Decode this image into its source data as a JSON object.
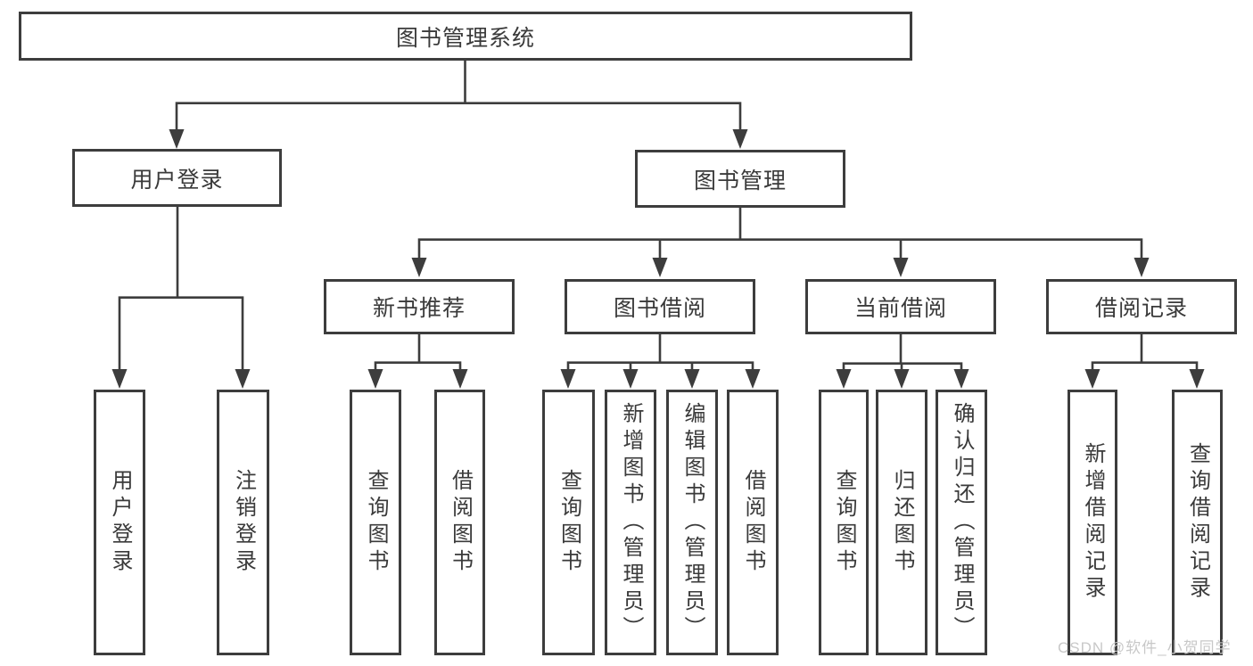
{
  "tree": {
    "root": {
      "label": "图书管理系统"
    },
    "children": [
      {
        "label": "用户登录",
        "children": [
          {
            "label": "用户登录"
          },
          {
            "label": "注销登录"
          }
        ]
      },
      {
        "label": "图书管理",
        "children": [
          {
            "label": "新书推荐",
            "children": [
              {
                "label": "查询图书"
              },
              {
                "label": "借阅图书"
              }
            ]
          },
          {
            "label": "图书借阅",
            "children": [
              {
                "label": "查询图书"
              },
              {
                "label": "新增图书（管理员）"
              },
              {
                "label": "编辑图书（管理员）"
              },
              {
                "label": "借阅图书"
              }
            ]
          },
          {
            "label": "当前借阅",
            "children": [
              {
                "label": "查询图书"
              },
              {
                "label": "归还图书"
              },
              {
                "label": "确认归还（管理员）"
              }
            ]
          },
          {
            "label": "借阅记录",
            "children": [
              {
                "label": "新增借阅记录"
              },
              {
                "label": "查询借阅记录"
              }
            ]
          }
        ]
      }
    ]
  },
  "watermark": {
    "text": "CSDN @软件_小贺同学"
  },
  "colors": {
    "line": "#3d3d3d",
    "text": "#3a3a3a",
    "background": "#ffffff",
    "watermark": "#c8c8c8"
  }
}
